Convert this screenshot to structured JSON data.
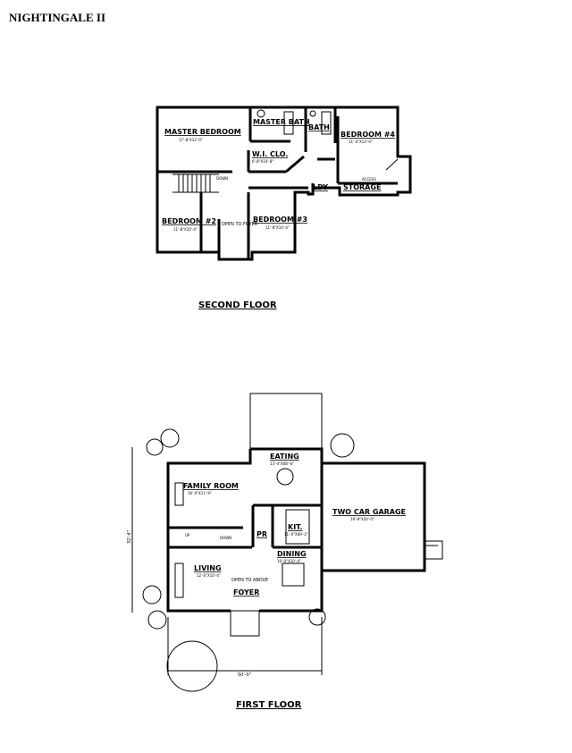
{
  "title": "NIGHTINGALE II",
  "second_floor": {
    "label": "SECOND FLOOR",
    "rooms": [
      {
        "name": "MASTER BEDROOM",
        "dims": "17'-8\"X12'-0\""
      },
      {
        "name": "MASTER BATH",
        "dims": ""
      },
      {
        "name": "W.I. CLO.",
        "dims": "6'-8\"X10'-8\""
      },
      {
        "name": "BATH",
        "dims": ""
      },
      {
        "name": "BEDROOM #4",
        "dims": "11'-0\"X13'-0\""
      },
      {
        "name": "LDY",
        "dims": ""
      },
      {
        "name": "STORAGE",
        "dims": ""
      },
      {
        "name": "BEDROOM #2",
        "dims": "11'-8\"X10'-4\""
      },
      {
        "name": "BEDROOM #3",
        "dims": "11'-8\"X10'-4\""
      }
    ],
    "open_to_foyer": "OPEN TO FOYER",
    "down": "DOWN",
    "access": "ACCESS"
  },
  "first_floor": {
    "label": "FIRST FLOOR",
    "rooms": [
      {
        "name": "EATING",
        "dims": "13'-4\"X08'-8\""
      },
      {
        "name": "FAMILY ROOM",
        "dims": "16'-0\"X11'-9\""
      },
      {
        "name": "KIT.",
        "dims": "11'-0\"X09'-2\""
      },
      {
        "name": "PR",
        "dims": ""
      },
      {
        "name": "TWO CAR GARAGE",
        "dims": "19'-8\"X20'-0\""
      },
      {
        "name": "DINING",
        "dims": "10'-0\"X10'-4\""
      },
      {
        "name": "LIVING",
        "dims": "12'-0\"X10'-4\""
      },
      {
        "name": "FOYER",
        "dims": ""
      }
    ],
    "open_to_above": "OPEN TO ABOVE",
    "up": "UP",
    "down": "DOWN",
    "depth_dim": "32'-4\"",
    "width_dim": "50'-0\""
  }
}
